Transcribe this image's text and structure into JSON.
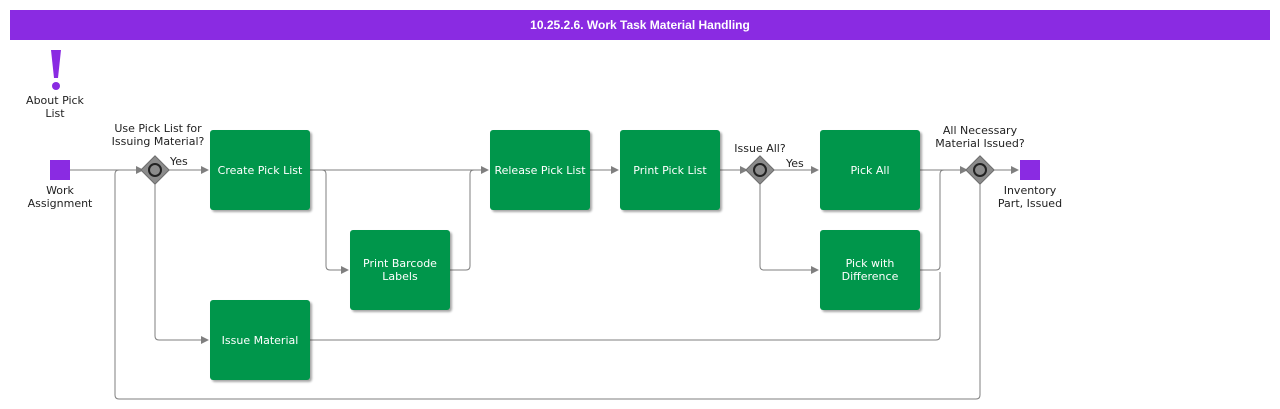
{
  "diagram": {
    "title": "10.25.2.6. Work Task Material Handling",
    "colors": {
      "accent": "#8a2be2",
      "task": "#00964b",
      "gateway": "#8c8c8c",
      "connector": "#7f7f7f"
    },
    "annotation": {
      "icon": "exclamation-icon",
      "label": "About Pick List"
    },
    "start_event": {
      "label": "Work Assignment"
    },
    "end_event": {
      "label": "Inventory Part, Issued"
    },
    "gateways": [
      {
        "label": "Use Pick List for Issuing Material?",
        "yes_label": "Yes"
      },
      {
        "label": "Issue All?",
        "yes_label": "Yes"
      },
      {
        "label": "All Necessary Material Issued?"
      }
    ],
    "tasks": [
      {
        "id": "create_pick_list",
        "label": "Create Pick List"
      },
      {
        "id": "print_barcode_labels",
        "label": "Print Barcode Labels"
      },
      {
        "id": "release_pick_list",
        "label": "Release Pick List"
      },
      {
        "id": "print_pick_list",
        "label": "Print Pick List"
      },
      {
        "id": "pick_all",
        "label": "Pick All"
      },
      {
        "id": "pick_with_difference",
        "label": "Pick with Difference"
      },
      {
        "id": "issue_material",
        "label": "Issue Material"
      }
    ]
  }
}
